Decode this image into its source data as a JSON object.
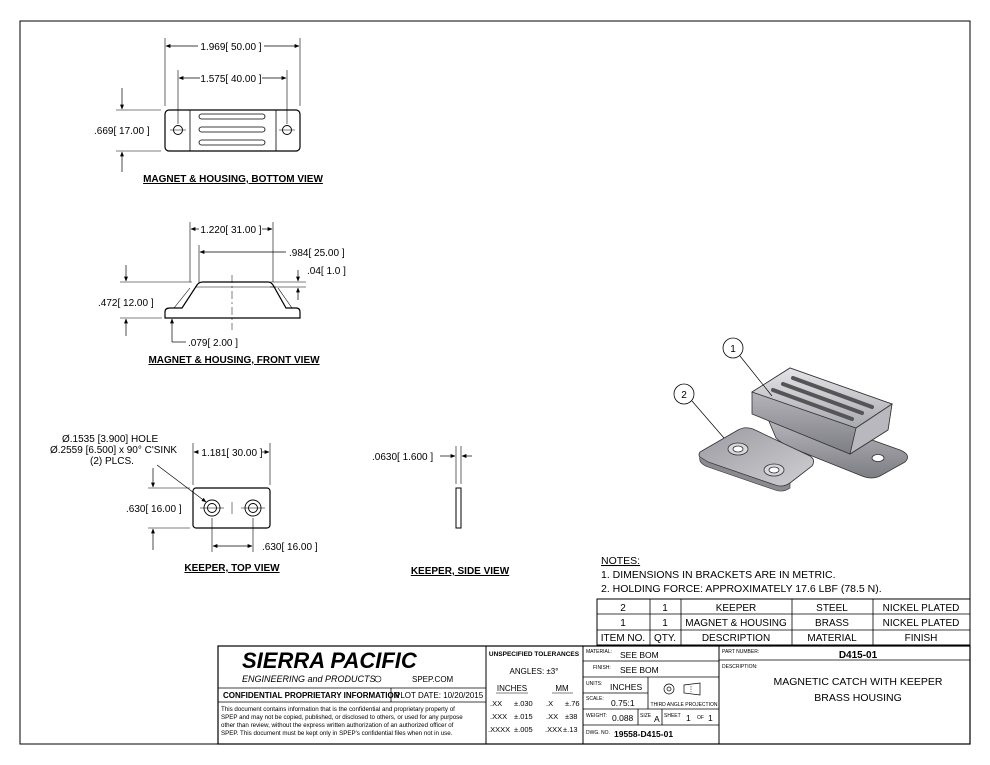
{
  "views": {
    "bottom": {
      "dim_overall": "1.969[ 50.00 ]",
      "dim_holes": "1.575[ 40.00 ]",
      "dim_height": ".669[ 17.00 ]",
      "title": "MAGNET & HOUSING, BOTTOM VIEW"
    },
    "front": {
      "dim_top": "1.220[ 31.00 ]",
      "dim_step": ".984[ 25.00 ]",
      "dim_wall": ".04[ 1.0 ]",
      "dim_height": ".472[ 12.00 ]",
      "dim_base": ".079[ 2.00 ]",
      "title": "MAGNET & HOUSING, FRONT VIEW"
    },
    "keeper_top": {
      "note_line1": "Ø.1535 [3.900] HOLE",
      "note_line2": "Ø.2559 [6.500] x 90° C'SINK",
      "note_line3": "(2) PLCS.",
      "dim_width": "1.181[ 30.00 ]",
      "dim_height": ".630[ 16.00 ]",
      "dim_pitch": ".630[ 16.00 ]",
      "title": "KEEPER, TOP VIEW"
    },
    "keeper_side": {
      "dim_thickness": ".0630[ 1.600 ]",
      "title": "KEEPER, SIDE VIEW"
    },
    "iso": {
      "balloon1": "1",
      "balloon2": "2"
    }
  },
  "notes": {
    "heading": "NOTES:",
    "items": [
      "1.  DIMENSIONS IN BRACKETS ARE IN METRIC.",
      "2.  HOLDING FORCE: APPROXIMATELY 17.6 LBF (78.5 N)."
    ]
  },
  "bom": {
    "rows": [
      [
        "2",
        "1",
        "KEEPER",
        "STEEL",
        "NICKEL PLATED"
      ],
      [
        "1",
        "1",
        "MAGNET & HOUSING",
        "BRASS",
        "NICKEL PLATED"
      ]
    ],
    "headers": [
      "ITEM NO.",
      "QTY.",
      "DESCRIPTION",
      "MATERIAL",
      "FINISH"
    ]
  },
  "title_block": {
    "company": "SIERRA PACIFIC",
    "company_sub": "ENGINEERING and PRODUCTS",
    "website": "SPEP.COM",
    "confidential": "CONFIDENTIAL PROPRIETARY INFORMATION",
    "plot_date": "PLOT DATE: 10/20/2015",
    "disclaimer": [
      "This document contains information that is the confidential and proprietary property of",
      "SPEP and may not be copied, published, or disclosed to others, or used for any purpose",
      "other than review, without the express written authorization of an authorized officer of",
      "SPEP. This document must be kept only in SPEP's confidential files when not in use."
    ],
    "tol_heading": "UNSPECIFIED TOLERANCES",
    "angles": "ANGLES: ±3°",
    "inches_label": "INCHES",
    "mm_label": "MM",
    "tol_rows": [
      [
        ".XX",
        "±.030",
        ".X",
        "±.76"
      ],
      [
        ".XXX",
        "±.015",
        ".XX",
        "±38"
      ],
      [
        ".XXXX",
        "±.005",
        ".XXX",
        "±.13"
      ]
    ],
    "material_label": "MATERIAL:",
    "material": "SEE BOM",
    "finish_label": "FINISH:",
    "finish": "SEE BOM",
    "units_label": "UNITS:",
    "units": "INCHES",
    "scale_label": "SCALE:",
    "scale": "0.75:1",
    "projection": "THIRD ANGLE PROJECTION",
    "weight_label": "WEIGHT:",
    "weight": "0.088",
    "size_label": "SIZE",
    "size": "A",
    "sheet_label": "SHEET",
    "sheet": "1",
    "of_label": "OF",
    "of": "1",
    "dwg_label": "DWG. NO.",
    "dwg": "19558-D415-01",
    "part_label": "PART NUMBER:",
    "part": "D415-01",
    "desc_label": "DESCRIPTION:",
    "desc1": "MAGNETIC CATCH WITH KEEPER",
    "desc2": "BRASS HOUSING"
  }
}
